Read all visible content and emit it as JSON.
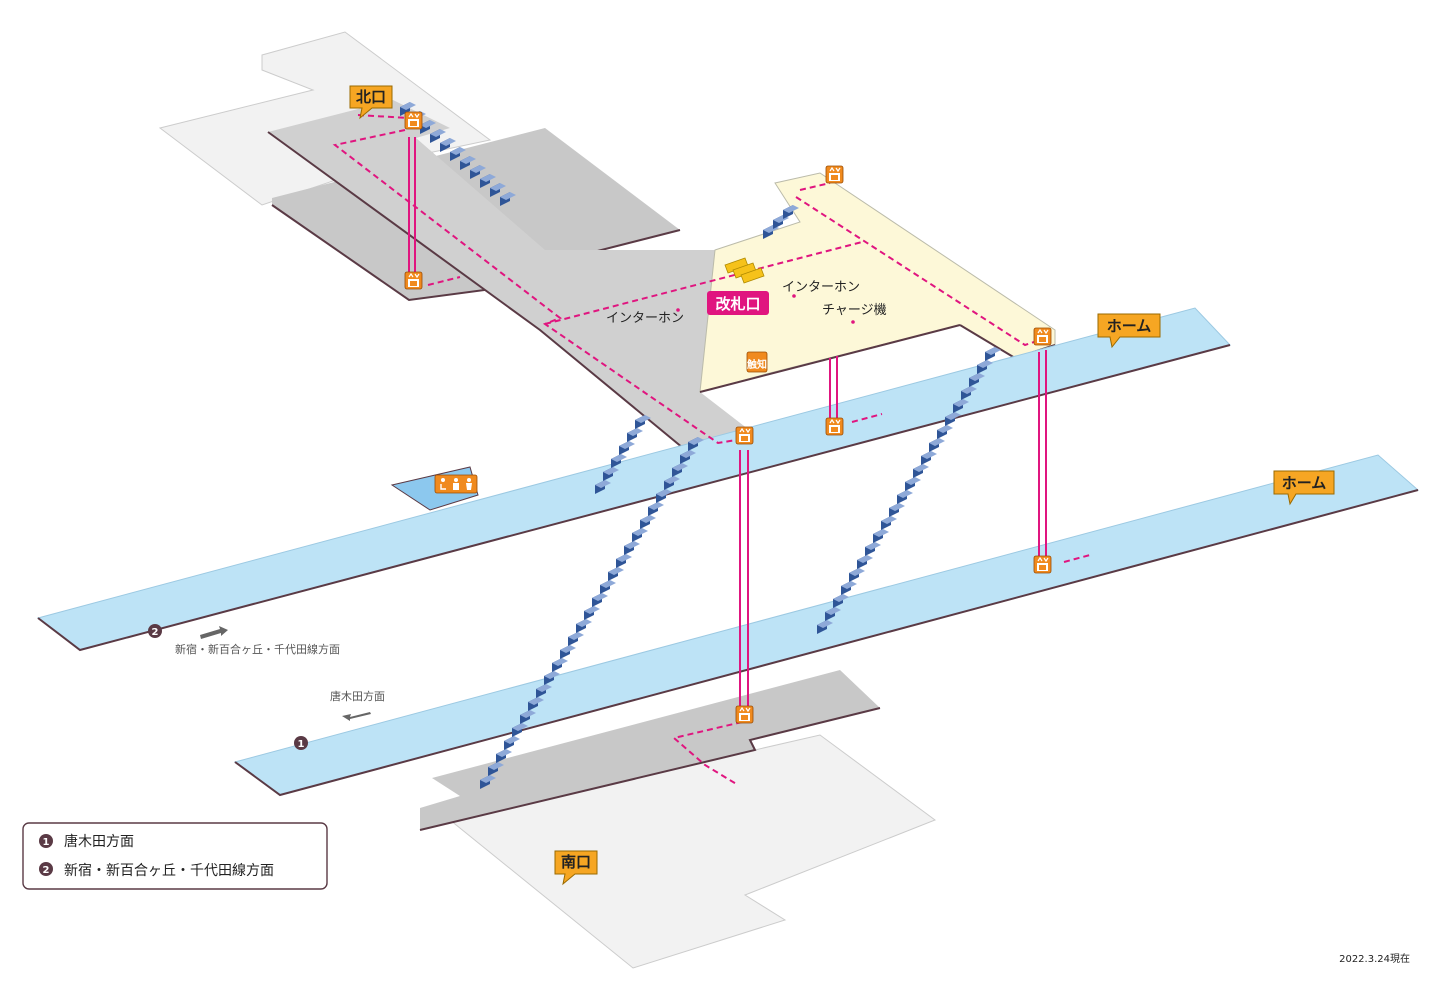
{
  "exits": {
    "north": "北口",
    "south": "南口"
  },
  "platforms": {
    "upper_label": "ホーム",
    "lower_label": "ホーム"
  },
  "ticket_gate": "改札口",
  "facilities": {
    "intercom_left": "インターホン",
    "intercom_right": "インターホン",
    "charge_machine": "チャージ機",
    "notice_icon_text": "触知"
  },
  "directions": {
    "platform2_number": "2",
    "platform2_text": "新宿・新百合ヶ丘・千代田線方面",
    "platform1_number": "1",
    "platform1_text": "唐木田方面"
  },
  "legend": {
    "items": [
      {
        "number": "1",
        "text": "唐木田方面"
      },
      {
        "number": "2",
        "text": "新宿・新百合ヶ丘・千代田線方面"
      }
    ]
  },
  "date": "2022.3.24現在",
  "icons": {
    "elevator": "elevator-icon",
    "ticket_machine": "ticket-machine-icon",
    "accessible_toilet": "accessible-toilet-icon",
    "tactile_map": "tactile-map-icon"
  },
  "colors": {
    "concourse": "#c8c8c8",
    "ticket_area": "#fdf8d8",
    "platform": "#bde3f6",
    "route": "#e0157f",
    "elevator_icon": "#f08a1e",
    "callout": "#f6a623",
    "stairs": "#2f5597"
  }
}
